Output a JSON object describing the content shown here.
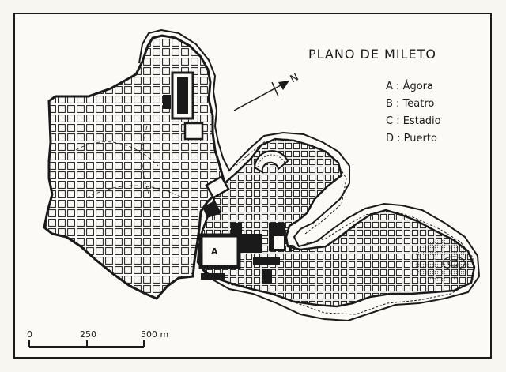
{
  "map": {
    "title": "PLANO DE MILETO",
    "north_label": "N",
    "legend": [
      {
        "letter": "A",
        "name": "Ágora"
      },
      {
        "letter": "B",
        "name": "Teatro"
      },
      {
        "letter": "C",
        "name": "Estadio"
      },
      {
        "letter": "D",
        "name": "Puerto"
      }
    ],
    "scale_bar": {
      "ticks": [
        "0",
        "250",
        "500 m"
      ]
    },
    "site_labels": {
      "agora": "A",
      "puerto": "D"
    },
    "colors": {
      "ink": "#1a1a1a",
      "paper": "#f7f6f1"
    }
  }
}
